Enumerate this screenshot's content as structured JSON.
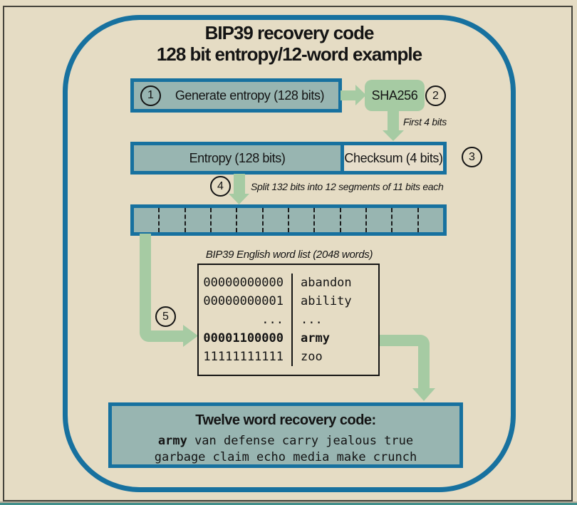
{
  "title": {
    "line1": "BIP39 recovery code",
    "line2": "128 bit entropy/12-word example"
  },
  "step1": {
    "number": "1",
    "label": "Generate entropy (128 bits)"
  },
  "step2": {
    "number": "2",
    "sha_label": "SHA256",
    "annotation": "First 4 bits"
  },
  "step3": {
    "number": "3",
    "entropy_label": "Entropy (128 bits)",
    "checksum_label": "Checksum (4 bits)"
  },
  "step4": {
    "number": "4",
    "annotation": "Split 132 bits into 12 segments of 11 bits each"
  },
  "step5": {
    "number": "5"
  },
  "segments": {
    "count": 12
  },
  "word_list": {
    "title": "BIP39 English word list (2048 words)",
    "rows": [
      {
        "code": "00000000000",
        "word": "abandon"
      },
      {
        "code": "00000000001",
        "word": "ability"
      },
      {
        "code": "...",
        "word": "..."
      },
      {
        "code": "00001100000",
        "word": "army"
      },
      {
        "code": "11111111111",
        "word": "zoo"
      }
    ]
  },
  "recovery": {
    "title": "Twelve word recovery code:",
    "word1": "army",
    "line1_rest": " van defense carry jealous true",
    "line2": "garbage claim echo media make crunch"
  },
  "colors": {
    "background": "#e5dcc4",
    "border_blue": "#17719f",
    "box_teal": "#98b5b1",
    "arrow_green": "#a6cba3",
    "checksum_fill": "#e7decb",
    "ink": "#141414",
    "bottom_strip_teal": "#418f8b"
  }
}
